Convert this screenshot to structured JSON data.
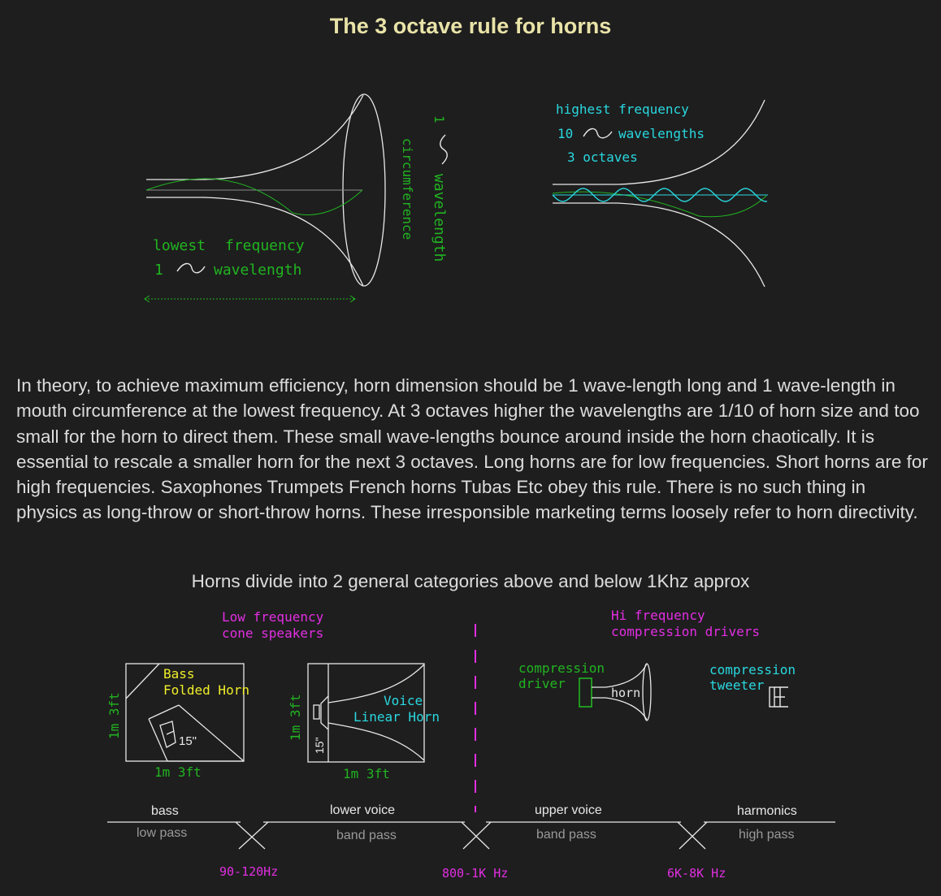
{
  "title": "The 3 octave rule for horns",
  "low_diagram": {
    "label_lowest": "lowest",
    "label_frequency": "frequency",
    "label_one": "1",
    "label_wavelength": "wavelength",
    "vert_circumference": "circumference",
    "vert_one": "1",
    "vert_wavelength": "wavelength"
  },
  "high_diagram": {
    "label_highest": "highest frequency",
    "label_ten": "10",
    "label_wavelengths": "wavelengths",
    "label_octaves": "3  octaves"
  },
  "paragraph": "In theory, to achieve maximum efficiency, horn dimension should be 1 wave-length long and 1 wave-length in mouth circumference at the lowest frequency.   At 3 octaves higher the wavelengths are 1/10 of horn size and too small for the horn to direct them.   These small wave-lengths bounce around inside the horn chaotically.   It is essential to rescale a smaller horn for the next 3 octaves.   Long horns are for low frequencies.   Short horns are for high frequencies.   Saxophones Trumpets French horns Tubas Etc obey this rule.   There is no such thing in physics as   long-throw or short-throw horns.   These irresponsible marketing terms loosely refer to horn directivity.",
  "subheading": "Horns divide into 2 general categories above and below 1Khz approx",
  "categories": {
    "low_line1": "Low frequency",
    "low_line2": "cone speakers",
    "hi_line1": "Hi frequency",
    "hi_line2": "compression drivers"
  },
  "bass_horn": {
    "line1": "Bass",
    "line2": "Folded  Horn",
    "driver": "15\"",
    "height": "1m  3ft",
    "width": "1m  3ft"
  },
  "voice_horn": {
    "line1": "Voice",
    "line2": "Linear  Horn",
    "driver": "15\"",
    "height": "1m  3ft",
    "width": "1m  3ft"
  },
  "compression_driver": {
    "line1": "compression",
    "line2": "driver",
    "horn": "horn"
  },
  "compression_tweeter": {
    "line1": "compression",
    "line2": "tweeter"
  },
  "bands": {
    "bass": "bass",
    "low_pass": "low pass",
    "lower_voice": "lower voice",
    "band_pass_1": "band pass",
    "upper_voice": "upper voice",
    "band_pass_2": "band pass",
    "harmonics": "harmonics",
    "high_pass": "high pass",
    "xover1": "90-120Hz",
    "xover2": "800-1K Hz",
    "xover3": "6K-8K  Hz"
  },
  "colors": {
    "background": "#1e1e1e",
    "title": "#e9e3a8",
    "green": "#21b421",
    "cyan": "#29d8e0",
    "magenta": "#e22ee2",
    "yellow": "#f0ee2a"
  }
}
